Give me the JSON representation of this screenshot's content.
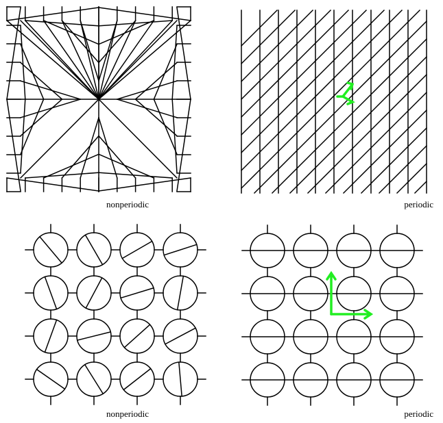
{
  "panels": [
    {
      "id": "top-left",
      "caption": "nonperiodic",
      "kind": "chevron-lattice",
      "arrows": false
    },
    {
      "id": "top-right",
      "caption": "periodic",
      "kind": "sheared-lattice",
      "arrows": true
    },
    {
      "id": "bottom-left",
      "caption": "nonperiodic",
      "kind": "circle-lattice-random",
      "arrows": false
    },
    {
      "id": "bottom-right",
      "caption": "periodic",
      "kind": "circle-lattice-aligned",
      "arrows": true
    }
  ],
  "colors": {
    "line": "#000000",
    "arrow": "#22ee22",
    "background": "#ffffff"
  },
  "random_line_angles_deg": [
    [
      -50,
      -60,
      30,
      18
    ],
    [
      -70,
      62,
      17,
      80
    ],
    [
      70,
      14,
      42,
      28
    ],
    [
      -35,
      -58,
      38,
      -85
    ]
  ]
}
